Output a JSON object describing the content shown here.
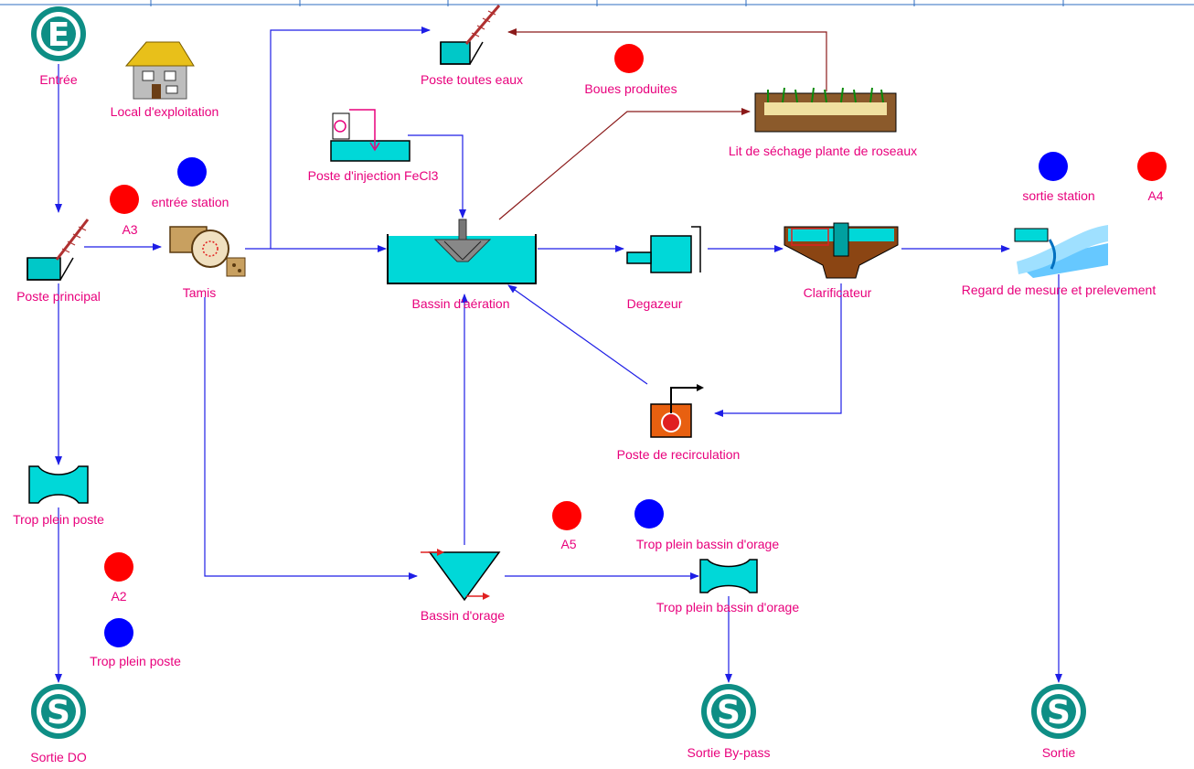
{
  "colors": {
    "flow_line": "#1e1ee6",
    "sludge_line": "#8b1a1a",
    "label_text": "#e8007c",
    "marker_red": "#ff0000",
    "marker_blue": "#0000ff",
    "terminal_fill": "#0e8e85",
    "water": "#00d8d8",
    "top_bar": "#2f6ec0"
  },
  "nodes": {
    "entree": {
      "letter": "E",
      "label": "Entrée",
      "icon": "entry-terminal-icon"
    },
    "local": {
      "label": "Local d'exploitation",
      "icon": "house-icon"
    },
    "poste_principal": {
      "label": "Poste principal",
      "icon": "screen-channel-icon"
    },
    "tamis": {
      "label": "Tamis",
      "icon": "drum-screen-icon"
    },
    "poste_toutes_eaux": {
      "label": "Poste toutes eaux",
      "icon": "screen-channel-icon"
    },
    "poste_fecl3": {
      "label": "Poste d'injection FeCl3",
      "icon": "dosing-pump-icon"
    },
    "bassin_aeration": {
      "label": "Bassin d'aération",
      "icon": "aeration-basin-icon"
    },
    "degazeur": {
      "label": "Degazeur",
      "icon": "degasser-icon"
    },
    "clarificateur": {
      "label": "Clarificateur",
      "icon": "clarifier-icon"
    },
    "regard": {
      "label": "Regard de mesure et prelevement",
      "icon": "measurement-channel-icon"
    },
    "lit_sechage": {
      "label": "Lit de séchage plante de roseaux",
      "icon": "reed-bed-icon"
    },
    "poste_recirculation": {
      "label": "Poste de recirculation",
      "icon": "pump-station-icon"
    },
    "trop_plein_poste": {
      "label": "Trop plein poste",
      "icon": "overflow-weir-icon"
    },
    "bassin_orage": {
      "label": "Bassin d'orage",
      "icon": "storm-tank-icon"
    },
    "trop_plein_orage": {
      "label": "Trop plein bassin d'orage",
      "icon": "overflow-weir-icon"
    },
    "sortie_do": {
      "letter": "S",
      "label": "Sortie DO",
      "icon": "exit-terminal-icon"
    },
    "sortie_bypass": {
      "letter": "S",
      "label": "Sortie By-pass",
      "icon": "exit-terminal-icon"
    },
    "sortie": {
      "letter": "S",
      "label": "Sortie",
      "icon": "exit-terminal-icon"
    }
  },
  "markers": {
    "a3": {
      "label": "A3",
      "color": "red"
    },
    "entree_station": {
      "label": "entrée station",
      "color": "blue"
    },
    "boues_produites": {
      "label": "Boues produites",
      "color": "red"
    },
    "sortie_station": {
      "label": "sortie station",
      "color": "blue"
    },
    "a4": {
      "label": "A4",
      "color": "red"
    },
    "a2": {
      "label": "A2",
      "color": "red"
    },
    "trop_plein_poste": {
      "label": "Trop plein poste",
      "color": "blue"
    },
    "a5": {
      "label": "A5",
      "color": "red"
    },
    "trop_plein_orage": {
      "label": "Trop plein bassin d'orage",
      "color": "blue"
    }
  }
}
